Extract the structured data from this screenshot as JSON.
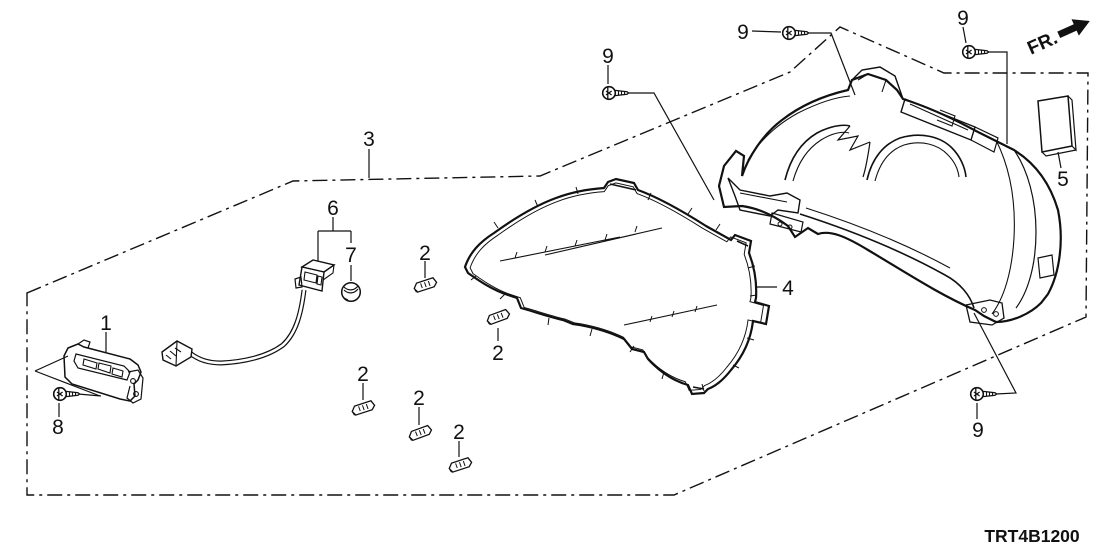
{
  "diagram": {
    "part_code": "TRT4B1200",
    "fr_label": "FR.",
    "callouts": {
      "p1": "1",
      "p2": "2",
      "p3": "3",
      "p4": "4",
      "p5": "5",
      "p6": "6",
      "p7": "7",
      "p8": "8",
      "p9": "9"
    },
    "counts": {
      "callout_2_instances": 5,
      "callout_9_instances": 4
    },
    "colors": {
      "line": "#111111",
      "background": "#ffffff"
    }
  }
}
